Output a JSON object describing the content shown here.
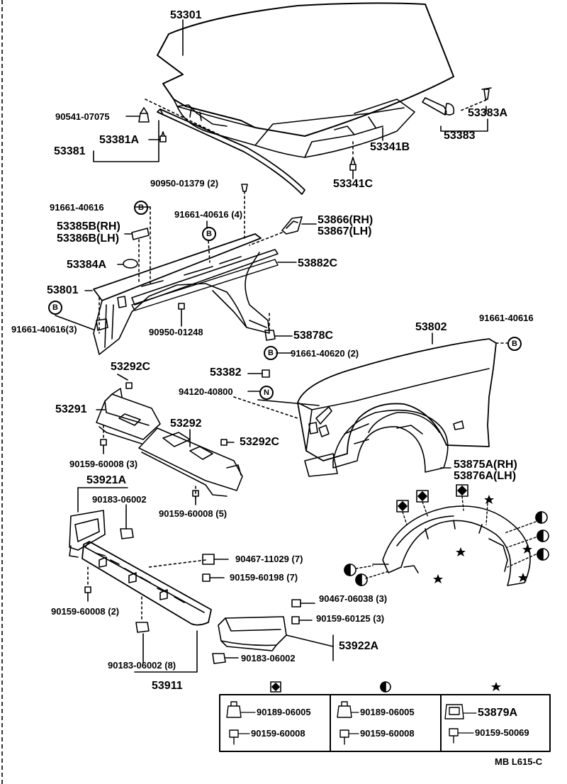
{
  "parts": {
    "p53301": "53301",
    "p90541": "90541-07075",
    "p53381A": "53381A",
    "p53381": "53381",
    "p53383A": "53383A",
    "p53383": "53383",
    "p53341B": "53341B",
    "p53341C": "53341C",
    "p90950_01379": "90950-01379 (2)",
    "p91661_a": "91661-40616",
    "p91661_4": "91661-40616 (4)",
    "p53385B": "53385B(RH)",
    "p53386B": "53386B(LH)",
    "p53866": "53866(RH)",
    "p53867": "53867(LH)",
    "p53384A": "53384A",
    "p53882C": "53882C",
    "p53801": "53801",
    "p91661_3": "91661-40616(3)",
    "p90950_01248": "90950-01248",
    "p53878C": "53878C",
    "p53802": "53802",
    "p91661_r": "91661-40616",
    "p91661_40620": "91661-40620 (2)",
    "p53292C_a": "53292C",
    "p53382": "53382",
    "p94120": "94120-40800",
    "p53291": "53291",
    "p53292": "53292",
    "p53292C_b": "53292C",
    "p90159_3": "90159-60008 (3)",
    "p53875A": "53875A(RH)",
    "p53876A": "53876A(LH)",
    "p53921A": "53921A",
    "p90183_a": "90183-06002",
    "p90159_5": "90159-60008 (5)",
    "p90467_11029": "90467-11029 (7)",
    "p90159_60198": "90159-60198 (7)",
    "p90159_2": "90159-60008 (2)",
    "p90467_06038": "90467-06038 (3)",
    "p90159_60125": "90159-60125 (3)",
    "p53922A": "53922A",
    "p90183_b": "90183-06002",
    "p90183_8": "90183-06002 (8)",
    "p53911": "53911"
  },
  "callouts": {
    "B": "B",
    "N": "N"
  },
  "legend": {
    "col1_symbol": "diamond-in-square",
    "col1_part1": "90189-06005",
    "col1_part2": "90159-60008",
    "col2_symbol": "half-filled-circle",
    "col2_part1": "90189-06005",
    "col2_part2": "90159-60008",
    "col3_symbol": "star",
    "col3_part1": "53879A",
    "col3_part2": "90159-50069"
  },
  "footer": {
    "code": "MB L615-C"
  }
}
